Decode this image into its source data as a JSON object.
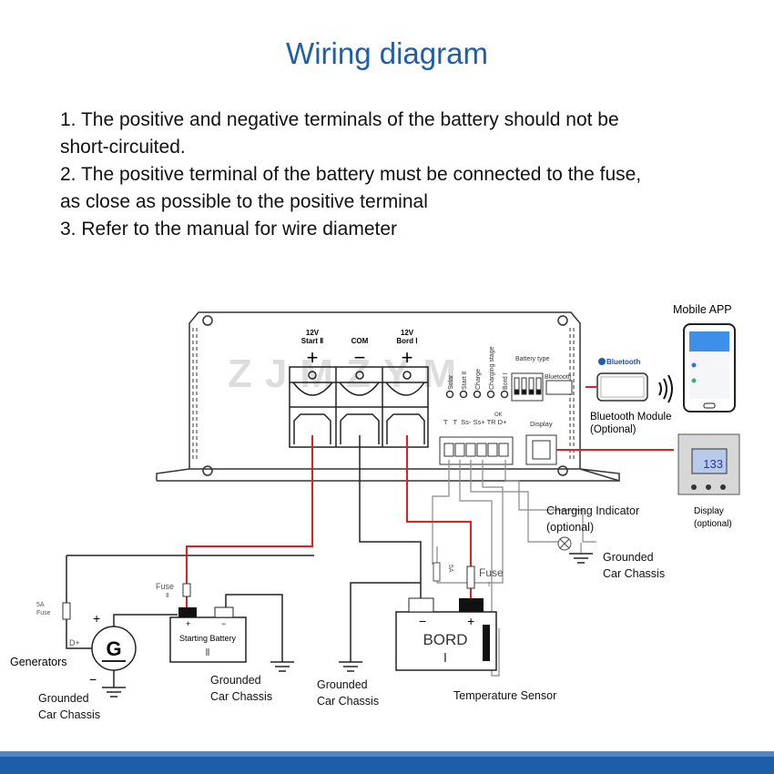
{
  "title": "Wiring diagram",
  "notes": [
    "1. The positive and negative terminals of the battery should not be",
    "short-circuited.",
    "2. The positive terminal of the battery must be connected to the fuse,",
    "as close as possible to the positive terminal",
    "3. Refer to the manual for wire diameter"
  ],
  "device": {
    "terminals": [
      {
        "line1": "12V",
        "line2": "Start Ⅱ",
        "sign": "+"
      },
      {
        "line1": "",
        "line2": "COM",
        "sign": "−"
      },
      {
        "line1": "12V",
        "line2": "Bord Ⅰ",
        "sign": "+"
      }
    ],
    "leds": [
      "Solar",
      "Start Ⅱ",
      "Charge",
      "Charging stage",
      "Bord Ⅰ"
    ],
    "battery_type": "Battery type",
    "bluetooth_port": "Bluetooth",
    "terminal_block_ok": "OK",
    "terminal_block_pins": "T   T  Ss- Ss+ TR D+",
    "display_port": "Display",
    "watermark": "ZJMZYM"
  },
  "labels": {
    "mobile_app": "Mobile APP",
    "bluetooth_logo": "Bluetooth",
    "bluetooth_module": "Bluetooth Module",
    "bluetooth_optional": "(Optional)",
    "display": "Display",
    "display_optional": "(optional)",
    "display_value": "133",
    "charging_indicator": "Charging Indicator",
    "charging_optional": "(optional)",
    "grounded": "Grounded",
    "car_chassis": "Car Chassis",
    "fuse": "Fuse",
    "fuse2_num": "Ⅱ",
    "fuse1_num": "Ⅰ",
    "fuse_5a_1": "5A",
    "fuse_5a_2": "Fuse",
    "d_plus": "D+",
    "generator_letter": "G",
    "generators": "Generators",
    "plus": "+",
    "minus": "−",
    "starting_battery": "Starting Battery",
    "starting_battery_num": "Ⅱ",
    "bord": "BORD",
    "bord_num": "Ⅰ",
    "small_fuse": "5A",
    "temperature_sensor": "Temperature Sensor"
  },
  "colors": {
    "title": "#1f5ea8",
    "positive_wire": "#e02020",
    "wire": "#222222",
    "footer": "#1c5ea8"
  }
}
